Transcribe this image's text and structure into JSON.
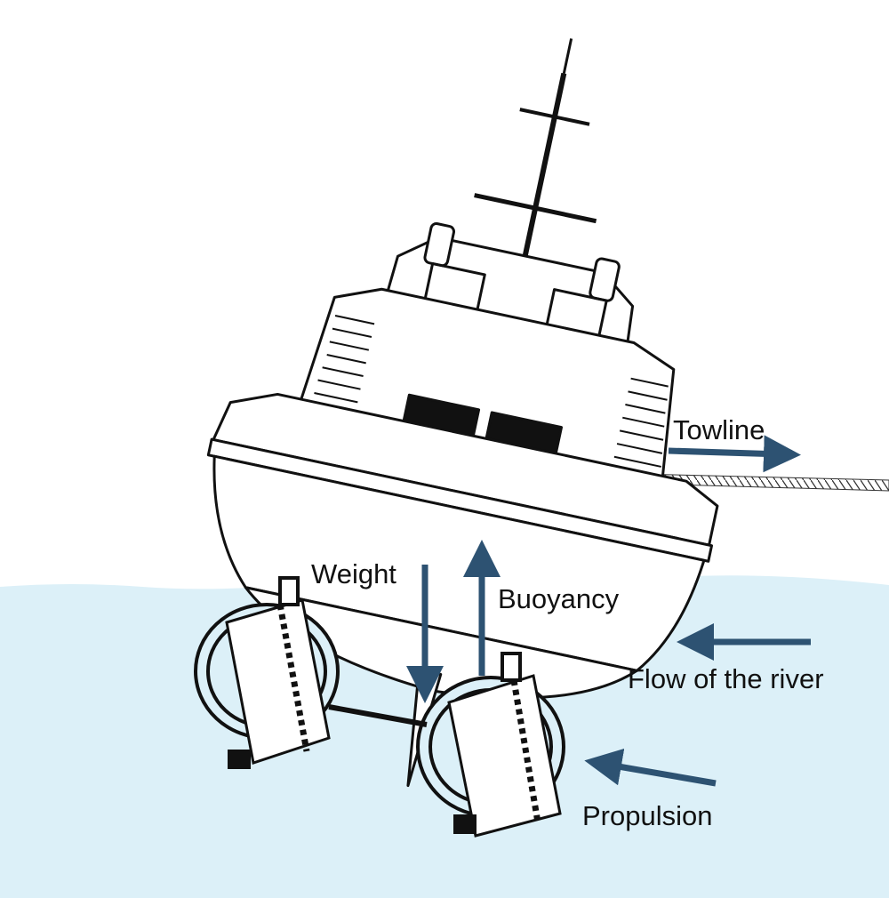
{
  "labels": {
    "towline": "Towline",
    "weight": "Weight",
    "buoyancy": "Buoyancy",
    "flow": "Flow of the river",
    "propulsion": "Propulsion"
  },
  "colors": {
    "arrow": "#2d5272",
    "water": "#dcf0f8",
    "line": "#111111"
  }
}
